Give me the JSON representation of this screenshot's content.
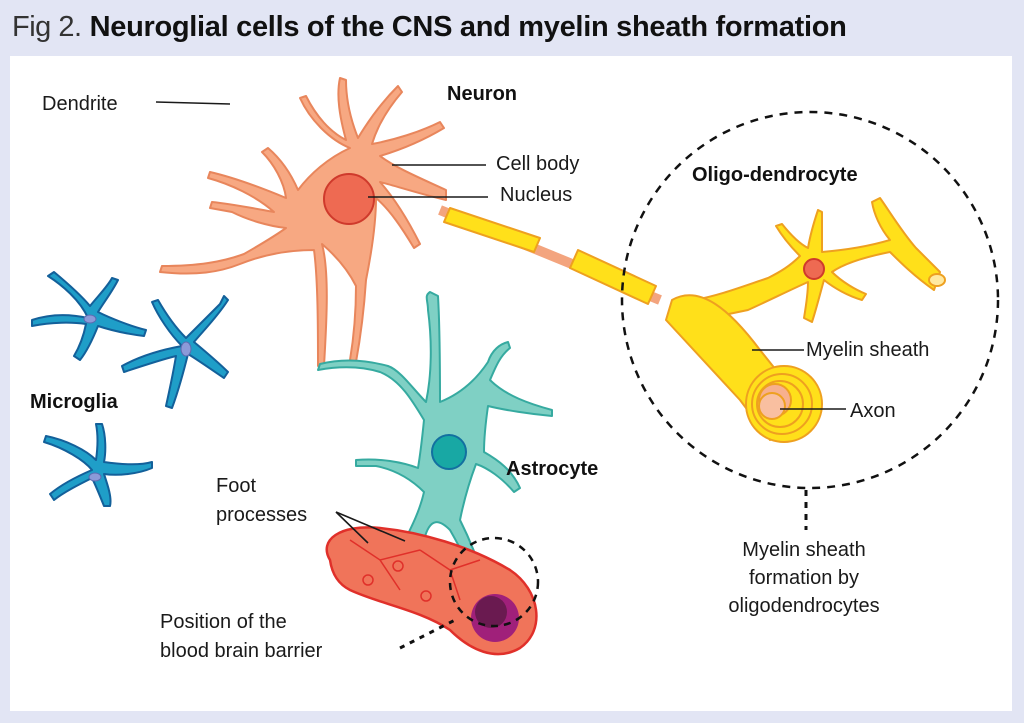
{
  "figure": {
    "prefix": "Fig 2.",
    "title": "Neuroglial cells of the CNS and myelin sheath formation"
  },
  "labels": {
    "dendrite": "Dendrite",
    "neuron": "Neuron",
    "cell_body": "Cell body",
    "nucleus": "Nucleus",
    "oligodendrocyte": "Oligo-dendrocyte",
    "myelin_sheath": "Myelin sheath",
    "axon": "Axon",
    "microglia": "Microglia",
    "astrocyte": "Astrocyte",
    "foot_processes_line1": "Foot",
    "foot_processes_line2": "processes",
    "bbb_line1": "Position of the",
    "bbb_line2": "blood brain barrier",
    "formation_line1": "Myelin sheath",
    "formation_line2": "formation by",
    "formation_line3": "oligodendrocytes"
  },
  "colors": {
    "background": "#e2e5f4",
    "neuron": "#f7a882",
    "neuron_outline": "#e8865c",
    "nucleus": "#ee6a52",
    "myelin": "#ffe01a",
    "myelin_outline": "#eea020",
    "astrocyte": "#7fd0c4",
    "astrocyte_nucleus": "#18a8a4",
    "microglia": "#1f9ec8",
    "microglia_outline": "#13609a",
    "vessel": "#f0745a",
    "vessel_lumen": "#7a1e5c"
  }
}
